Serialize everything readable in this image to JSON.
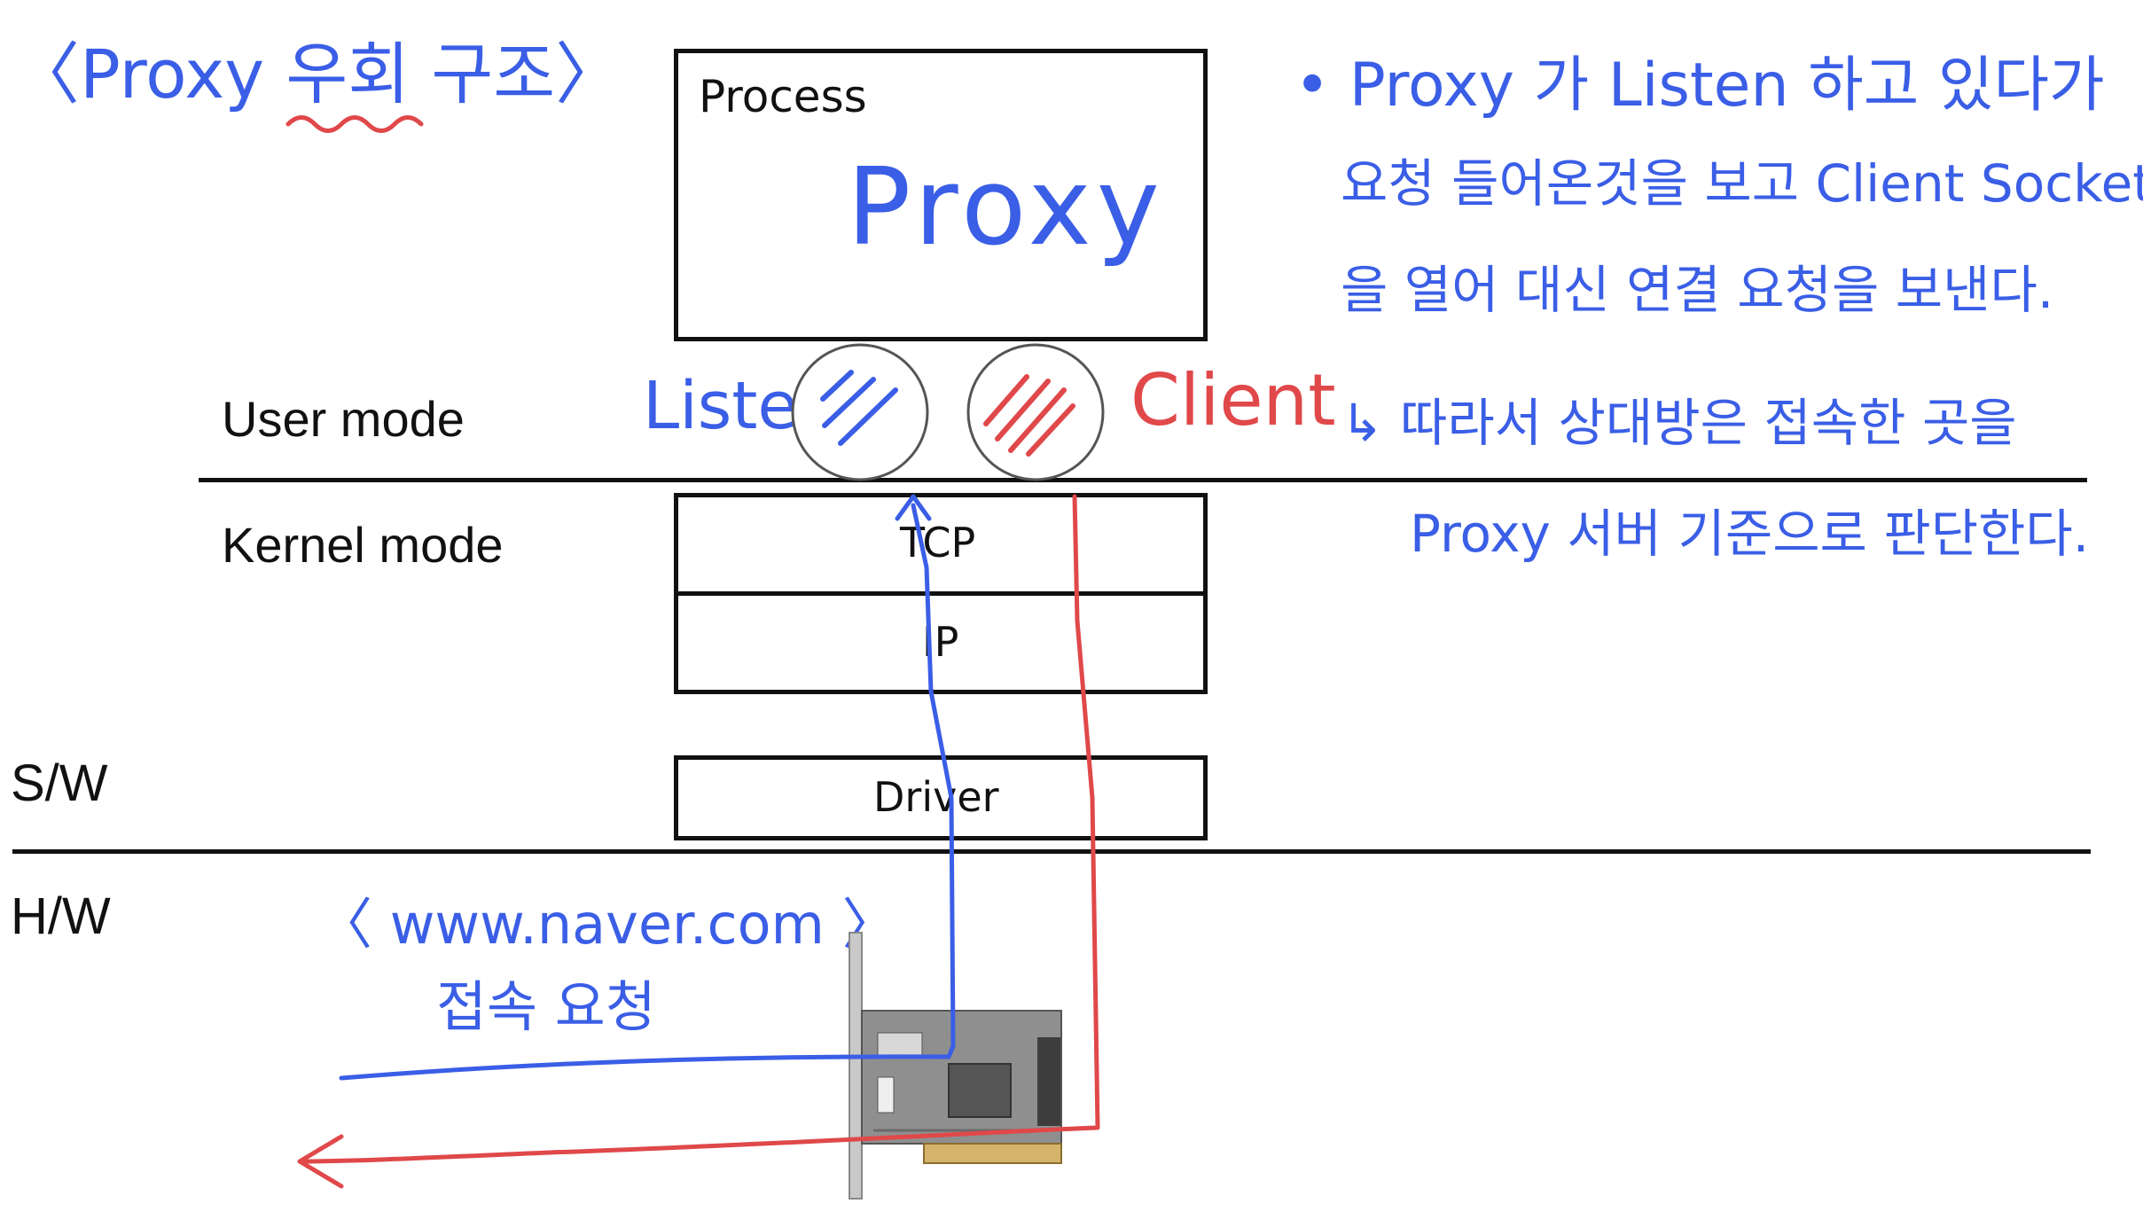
{
  "title": {
    "text": "〈Proxy 우회 구조〉"
  },
  "layers": {
    "user_mode": "User mode",
    "kernel_mode": "Kernel mode",
    "sw": "S/W",
    "hw": "H/W"
  },
  "boxes": {
    "process": "Process",
    "proxy": "Proxy",
    "tcp": "TCP",
    "ip": "IP",
    "driver": "Driver"
  },
  "sockets": {
    "listen": "Listen",
    "client": "Client"
  },
  "notes": {
    "lines": [
      "• Proxy 가 Listen 하고 있다가",
      "요청 들어온것을 보고 Client Socket",
      "을 열어 대신 연결 요청을 보낸다.",
      "↳ 따라서 상대방은 접속한 곳을",
      "Proxy 서버 기준으로 판단한다."
    ]
  },
  "request": {
    "url": "〈 www.naver.com 〉",
    "caption": "접속 요청"
  },
  "colors": {
    "ink_blue": "#3a5ee6",
    "ink_red": "#e0484a",
    "line_black": "#111111"
  },
  "icons": {
    "nic": "network-interface-card-icon"
  }
}
